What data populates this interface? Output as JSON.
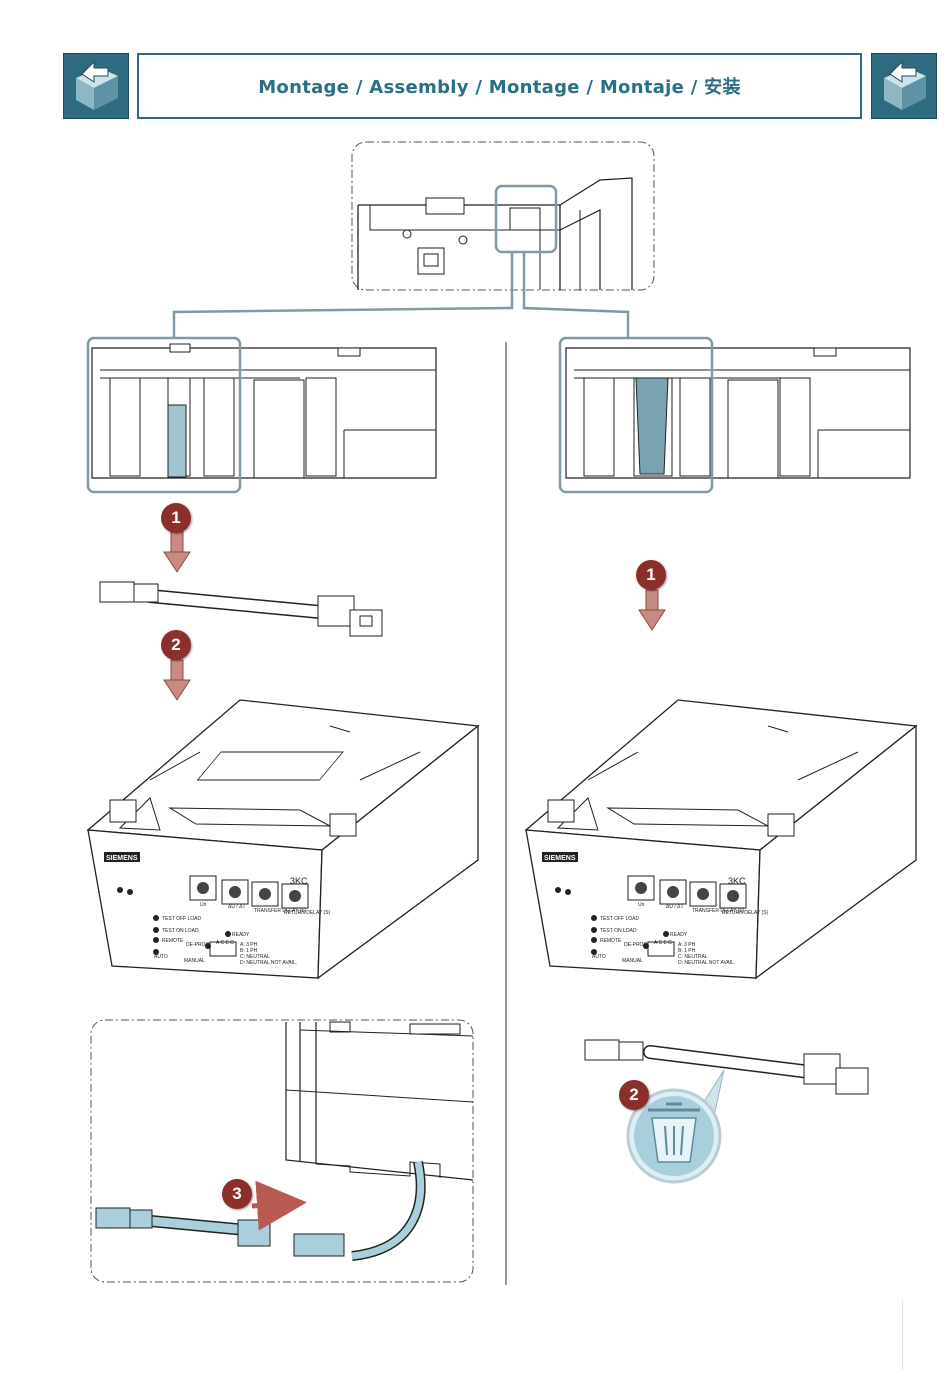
{
  "header": {
    "title": "Montage / Assembly / Montage / Montaje / 安装",
    "left_icon": "box-arrow-icon",
    "right_icon": "box-arrow-icon"
  },
  "colors": {
    "accent": "#2f6b80",
    "highlight": "#9fc3cf",
    "step_badge": "#8b2f2a",
    "frame": "#7f9aa5"
  },
  "device": {
    "brand": "SIEMENS",
    "model": "3KC",
    "labels_left": [
      "TEST OFF LOAD",
      "TEST ON LOAD",
      "REMOTE",
      "AUTO"
    ],
    "label_mode": "DE-PROG",
    "label_manual": "MANUAL",
    "label_ready": "READY",
    "dip_letters": "A C E G",
    "dip_options": [
      "A: 3 PH",
      "B: 1 PH",
      "C: NEUTRAL",
      "D: NEUTRAL NOT AVAIL."
    ],
    "dial_labels": [
      "Un",
      "ΔU / ΔT",
      "TRANSFER DELAY (S)",
      "RETURN DELAY (S)"
    ]
  },
  "steps": {
    "left": [
      "1",
      "2",
      "3"
    ],
    "right": [
      "1",
      "2"
    ]
  },
  "icons": {
    "trash": "trash-bin-icon",
    "arrow": "arrow-down-icon"
  }
}
